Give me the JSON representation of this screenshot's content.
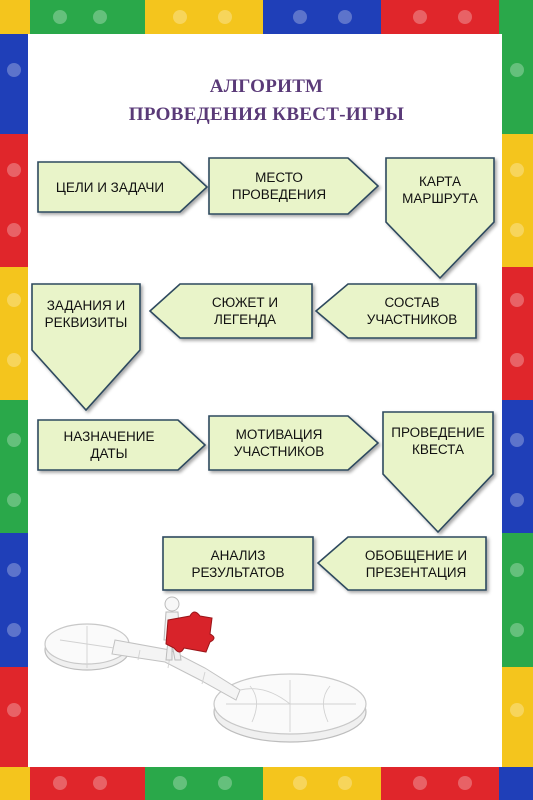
{
  "title": {
    "line1": "АЛГОРИТМ",
    "line2": "ПРОВЕДЕНИЯ КВЕСТ-ИГРЫ"
  },
  "steps": {
    "goals": {
      "line1": "ЦЕЛИ И ЗАДАЧИ"
    },
    "place": {
      "line1": "МЕСТО",
      "line2": "ПРОВЕДЕНИЯ"
    },
    "map": {
      "line1": "КАРТА",
      "line2": "МАРШРУТА"
    },
    "participants": {
      "line1": "СОСТАВ",
      "line2": "УЧАСТНИКОВ"
    },
    "plot": {
      "line1": "СЮЖЕТ И",
      "line2": "ЛЕГЕНДА"
    },
    "tasks": {
      "line1": "ЗАДАНИЯ И",
      "line2": "РЕКВИЗИТЫ"
    },
    "date": {
      "line1": "НАЗНАЧЕНИЕ",
      "line2": "ДАТЫ"
    },
    "motivation": {
      "line1": "МОТИВАЦИЯ",
      "line2": "УЧАСТНИКОВ"
    },
    "conduct": {
      "line1": "ПРОВЕДЕНИЕ",
      "line2": "КВЕСТА"
    },
    "summary": {
      "line1": "ОБОБЩЕНИЕ И",
      "line2": "ПРЕЗЕНТАЦИЯ"
    },
    "analysis": {
      "line1": "АНАЛИЗ",
      "line2": "РЕЗУЛЬТАТОВ"
    }
  },
  "colors": {
    "box_fill": "#e9f4c9",
    "box_stroke": "#2e4a5e",
    "title": "#5a3a78",
    "frame_red": "#e0262b",
    "frame_blue": "#1f3fb8",
    "frame_yellow": "#f4c51d",
    "frame_green": "#2aa84a",
    "puzzle_red": "#d8232a"
  }
}
